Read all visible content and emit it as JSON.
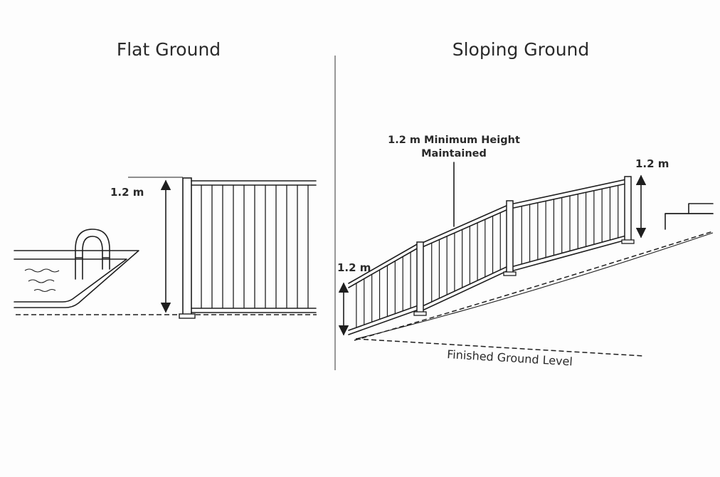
{
  "panels": {
    "flat": {
      "title": "Flat Ground",
      "height_label": "1.2 m"
    },
    "sloping": {
      "title": "Sloping Ground",
      "callout_line1": "1.2 m Minimum Height",
      "callout_line2": "Maintained",
      "left_height_label": "1.2 m",
      "right_height_label": "1.2 m",
      "ground_label": "Finished Ground Level"
    }
  }
}
